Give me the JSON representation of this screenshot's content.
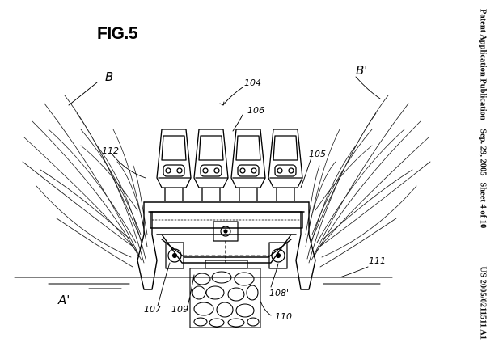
{
  "figure": {
    "title": "FIG.5",
    "header": {
      "publication": "Patent Application Publication",
      "date": "Sep. 29, 2005",
      "sheet": "Sheet 4 of 10",
      "number": "US 2005/0211511 A1"
    },
    "labels": {
      "b": "B",
      "b_prime": "B'",
      "a_prime": "A'",
      "r104": "104",
      "r106": "106",
      "r112": "112",
      "r105": "105",
      "r111": "111",
      "r107": "107",
      "r109": "109",
      "r108p": "108'",
      "r110": "110"
    }
  }
}
